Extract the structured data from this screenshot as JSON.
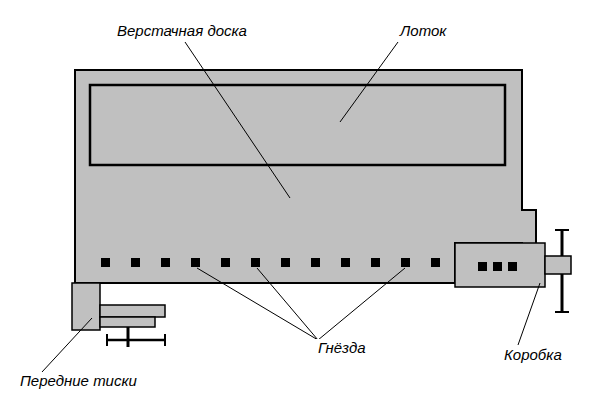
{
  "diagram": {
    "labels": [
      "Верстачная доска",
      "Лоток",
      "Гнёзда",
      "Передние тиски",
      "Коробка"
    ]
  }
}
